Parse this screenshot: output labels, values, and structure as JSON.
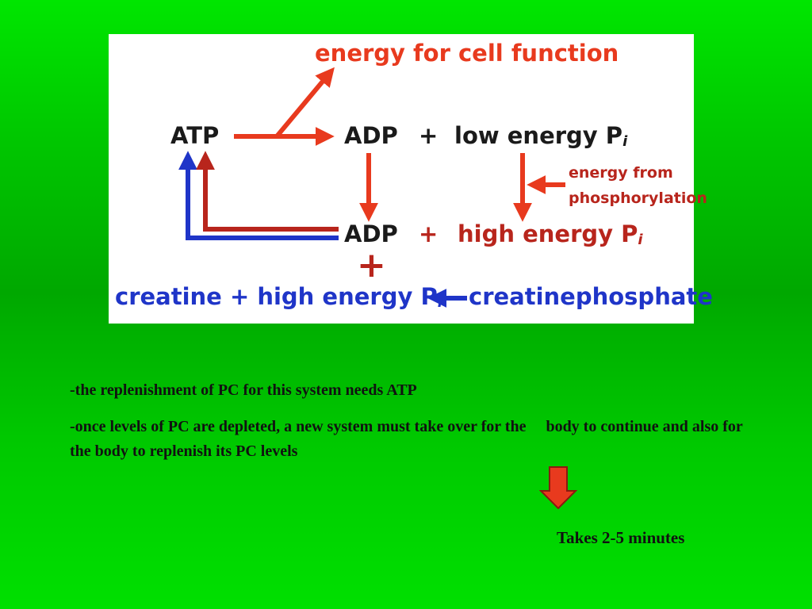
{
  "diagram": {
    "energy_for_cell_function": "energy for cell function",
    "atp": "ATP",
    "adp_top": "ADP",
    "plus_top": "+",
    "low_energy_pi": "low energy P",
    "pi_subscript": "i",
    "energy_from": "energy from",
    "phosphorylation": "phosphorylation",
    "adp_bottom": "ADP",
    "plus_mid": "+",
    "high_energy_pi_red": "high energy P",
    "big_plus": "+",
    "creatine_high_energy_pi": "creatine + high energy P",
    "creatinephosphate": "creatinephosphate",
    "colors": {
      "red_arrow": "#e83a1e",
      "dark_red": "#b8251c",
      "blue": "#1f35c8",
      "panel": "#ffffff"
    }
  },
  "bullets": [
    "-the replenishment of PC for this system needs ATP",
    "-once levels of PC are depleted, a new system must take over for the     body to continue and also for the body to replenish its PC levels"
  ],
  "arrow_icon": "down-arrow-icon",
  "takes_label": "Takes 2-5 minutes"
}
